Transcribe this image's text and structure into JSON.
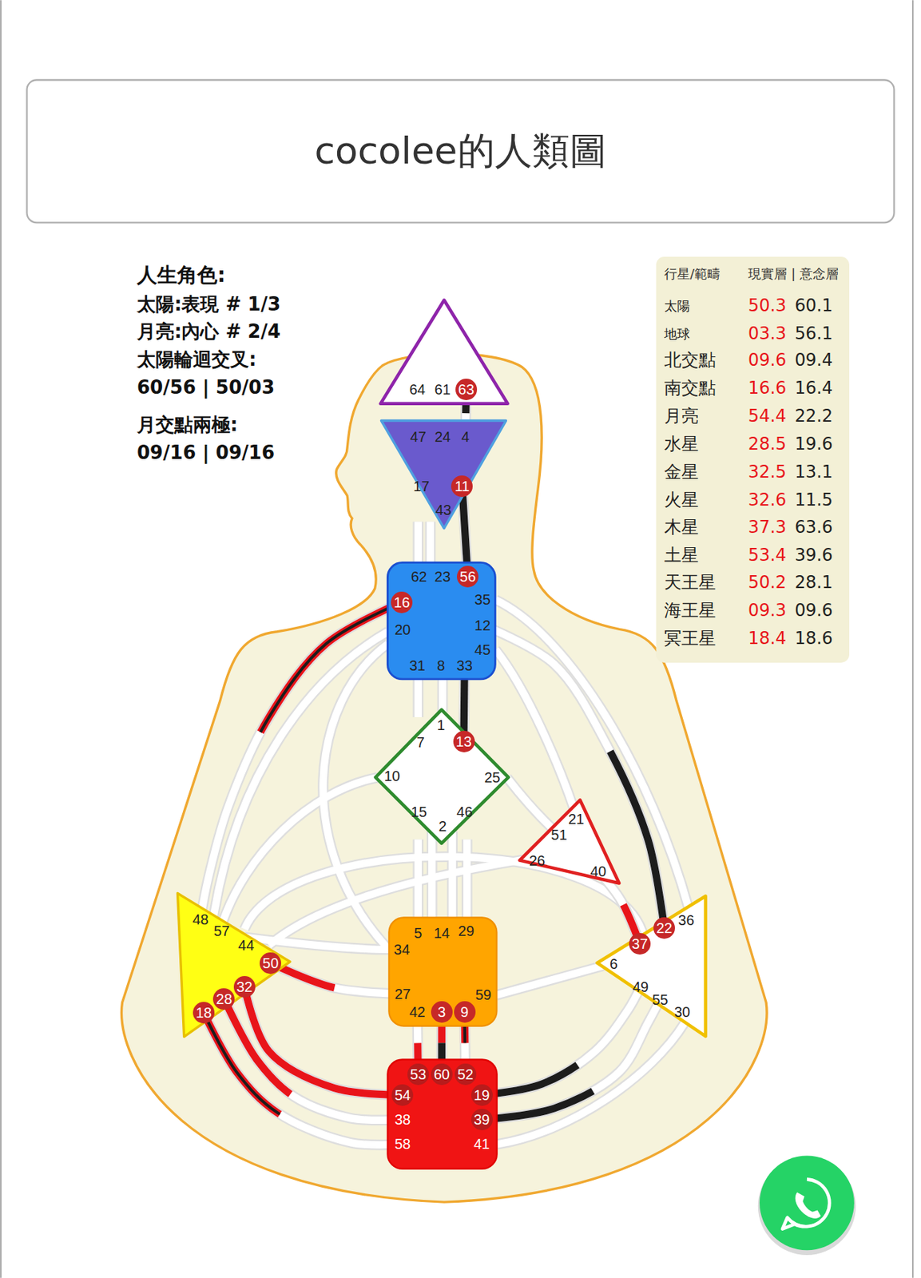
{
  "diagram": {
    "title": "cocolee的人類圖",
    "nodes": [
      {
        "text": [
          "64",
          "61",
          "63"
        ]
      },
      {
        "text": [
          "47",
          "24",
          "4",
          "17",
          "11",
          "43"
        ]
      },
      {
        "text": [
          "62",
          "23",
          "56",
          "16",
          "35",
          "20",
          "12",
          "45",
          "31",
          "8",
          "33"
        ]
      },
      {
        "text": [
          "1",
          "7",
          "13",
          "10",
          "25",
          "15",
          "46",
          "2"
        ]
      },
      {
        "text": [
          "21",
          "51",
          "26",
          "40"
        ]
      },
      {
        "text": [
          "48",
          "57",
          "44",
          "50",
          "32",
          "28",
          "18"
        ]
      },
      {
        "text": [
          "5",
          "14",
          "29",
          "34",
          "27",
          "59",
          "42",
          "3",
          "9"
        ]
      },
      {
        "text": [
          "36",
          "22",
          "37",
          "6",
          "49",
          "55",
          "30"
        ]
      },
      {
        "text": [
          "53",
          "60",
          "52",
          "54",
          "19",
          "38",
          "39",
          "58",
          "41"
        ]
      }
    ],
    "edges": [
      {
        "from": 0,
        "to": 1,
        "arrow": "none"
      },
      {
        "from": 1,
        "to": 2,
        "arrow": "none"
      },
      {
        "from": 2,
        "to": 5,
        "arrow": "none"
      },
      {
        "from": 2,
        "to": 3,
        "arrow": "none"
      },
      {
        "from": 2,
        "to": 7,
        "arrow": "none"
      },
      {
        "from": 4,
        "to": 7,
        "arrow": "none"
      },
      {
        "from": 5,
        "to": 6,
        "arrow": "none"
      },
      {
        "from": 5,
        "to": 8,
        "arrow": "none"
      },
      {
        "from": 5,
        "to": 8,
        "arrow": "none"
      },
      {
        "from": 5,
        "to": 8,
        "arrow": "none"
      },
      {
        "from": 6,
        "to": 8,
        "arrow": "none"
      },
      {
        "from": 6,
        "to": 8,
        "arrow": "none"
      },
      {
        "from": 6,
        "to": 8,
        "arrow": "none"
      },
      {
        "from": 8,
        "to": 7,
        "arrow": "none"
      },
      {
        "from": 8,
        "to": 7,
        "arrow": "none"
      }
    ],
    "labels": [
      "人生角色:",
      "太陽:表現 # 1/3",
      "月亮:內心 # 2/4",
      "太陽輪迴交叉:",
      "60/56 | 50/03",
      "月交點兩極:",
      "09/16 | 09/16",
      "行星/範疇",
      "現實層 | 意念層",
      "太陽",
      "50.3",
      "60.1",
      "地球",
      "03.3",
      "56.1",
      "北交點",
      "09.6",
      "09.4",
      "南交點",
      "16.6",
      "16.4",
      "月亮",
      "54.4",
      "22.2",
      "水星",
      "28.5",
      "19.6",
      "金星",
      "32.5",
      "13.1",
      "火星",
      "32.6",
      "11.5",
      "木星",
      "37.3",
      "63.6",
      "土星",
      "53.4",
      "39.6",
      "天王星",
      "50.2",
      "28.1",
      "海王星",
      "09.3",
      "09.6",
      "冥王星",
      "18.4",
      "18.6"
    ]
  }
}
